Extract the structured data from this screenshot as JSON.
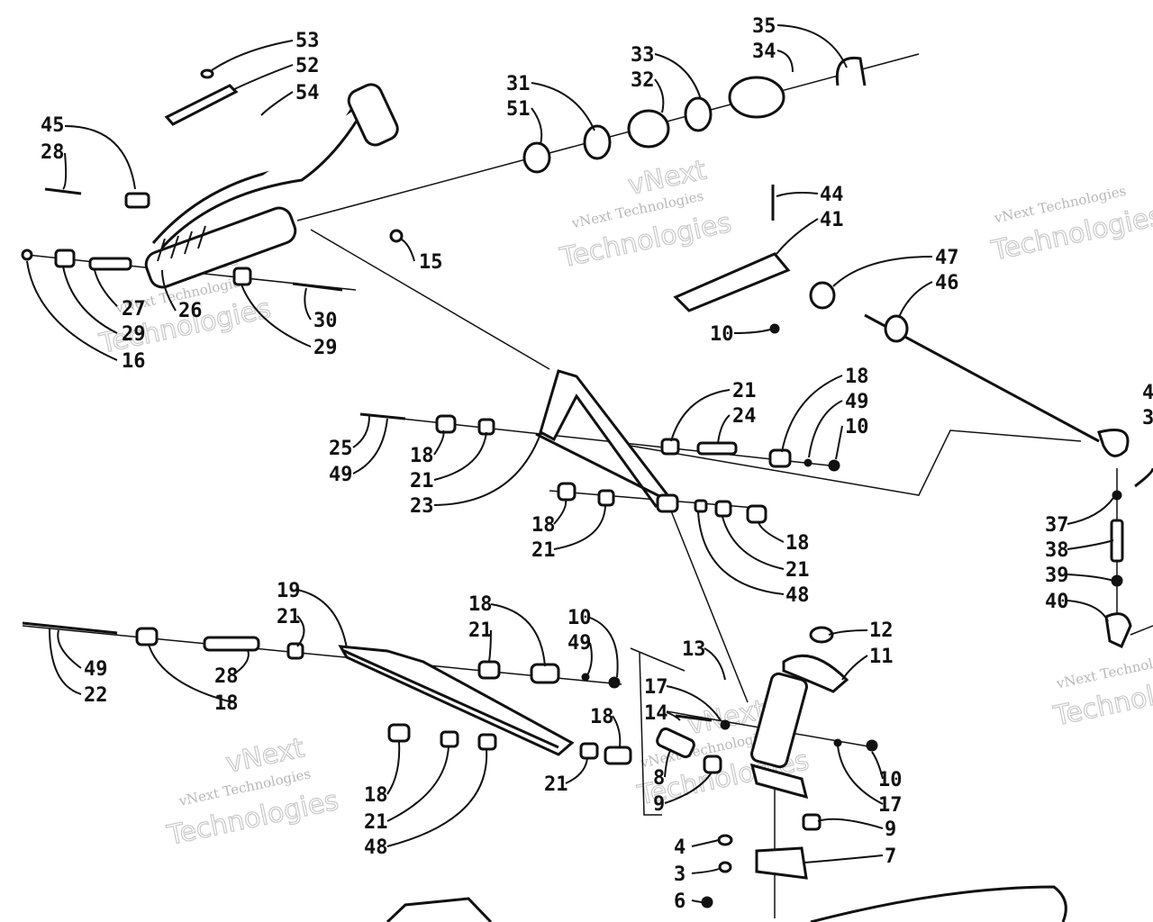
{
  "watermark": {
    "line1": "vNext Technologies",
    "line2": "Technologies",
    "brand": "vNext"
  },
  "callouts": [
    {
      "id": "c53",
      "text": "53"
    },
    {
      "id": "c52",
      "text": "52"
    },
    {
      "id": "c54",
      "text": "54"
    },
    {
      "id": "c45",
      "text": "45"
    },
    {
      "id": "c28a",
      "text": "28"
    },
    {
      "id": "c31",
      "text": "31"
    },
    {
      "id": "c51",
      "text": "51"
    },
    {
      "id": "c33",
      "text": "33"
    },
    {
      "id": "c32",
      "text": "32"
    },
    {
      "id": "c35",
      "text": "35"
    },
    {
      "id": "c34",
      "text": "34"
    },
    {
      "id": "c15",
      "text": "15"
    },
    {
      "id": "c27",
      "text": "27"
    },
    {
      "id": "c29a",
      "text": "29"
    },
    {
      "id": "c16",
      "text": "16"
    },
    {
      "id": "c26",
      "text": "26"
    },
    {
      "id": "c30",
      "text": "30"
    },
    {
      "id": "c29b",
      "text": "29"
    },
    {
      "id": "c44",
      "text": "44"
    },
    {
      "id": "c41",
      "text": "41"
    },
    {
      "id": "c47",
      "text": "47"
    },
    {
      "id": "c46",
      "text": "46"
    },
    {
      "id": "c10a",
      "text": "10"
    },
    {
      "id": "c21a",
      "text": "21"
    },
    {
      "id": "c24",
      "text": "24"
    },
    {
      "id": "c18a",
      "text": "18"
    },
    {
      "id": "c49a",
      "text": "49"
    },
    {
      "id": "c10b",
      "text": "10"
    },
    {
      "id": "c25",
      "text": "25"
    },
    {
      "id": "c49b",
      "text": "49"
    },
    {
      "id": "c18b",
      "text": "18"
    },
    {
      "id": "c21b",
      "text": "21"
    },
    {
      "id": "c23",
      "text": "23"
    },
    {
      "id": "c18c",
      "text": "18"
    },
    {
      "id": "c21c",
      "text": "21"
    },
    {
      "id": "c18d",
      "text": "18"
    },
    {
      "id": "c21d",
      "text": "21"
    },
    {
      "id": "c48a",
      "text": "48"
    },
    {
      "id": "c4x",
      "text": "4"
    },
    {
      "id": "c3x",
      "text": "3"
    },
    {
      "id": "c37",
      "text": "37"
    },
    {
      "id": "c38",
      "text": "38"
    },
    {
      "id": "c39",
      "text": "39"
    },
    {
      "id": "c40",
      "text": "40"
    },
    {
      "id": "c19",
      "text": "19"
    },
    {
      "id": "c21e",
      "text": "21"
    },
    {
      "id": "c49c",
      "text": "49"
    },
    {
      "id": "c22",
      "text": "22"
    },
    {
      "id": "c28b",
      "text": "28"
    },
    {
      "id": "c18e",
      "text": "18"
    },
    {
      "id": "c18f",
      "text": "18"
    },
    {
      "id": "c21f",
      "text": "21"
    },
    {
      "id": "c10c",
      "text": "10"
    },
    {
      "id": "c49d",
      "text": "49"
    },
    {
      "id": "c12",
      "text": "12"
    },
    {
      "id": "c11",
      "text": "11"
    },
    {
      "id": "c13",
      "text": "13"
    },
    {
      "id": "c17a",
      "text": "17"
    },
    {
      "id": "c14",
      "text": "14"
    },
    {
      "id": "c18g",
      "text": "18"
    },
    {
      "id": "c8",
      "text": "8"
    },
    {
      "id": "c9a",
      "text": "9"
    },
    {
      "id": "c10d",
      "text": "10"
    },
    {
      "id": "c17b",
      "text": "17"
    },
    {
      "id": "c9b",
      "text": "9"
    },
    {
      "id": "c18h",
      "text": "18"
    },
    {
      "id": "c21g",
      "text": "21"
    },
    {
      "id": "c48b",
      "text": "48"
    },
    {
      "id": "c21h",
      "text": "21"
    },
    {
      "id": "c7",
      "text": "7"
    },
    {
      "id": "c4",
      "text": "4"
    },
    {
      "id": "c3",
      "text": "3"
    },
    {
      "id": "c6",
      "text": "6"
    }
  ]
}
